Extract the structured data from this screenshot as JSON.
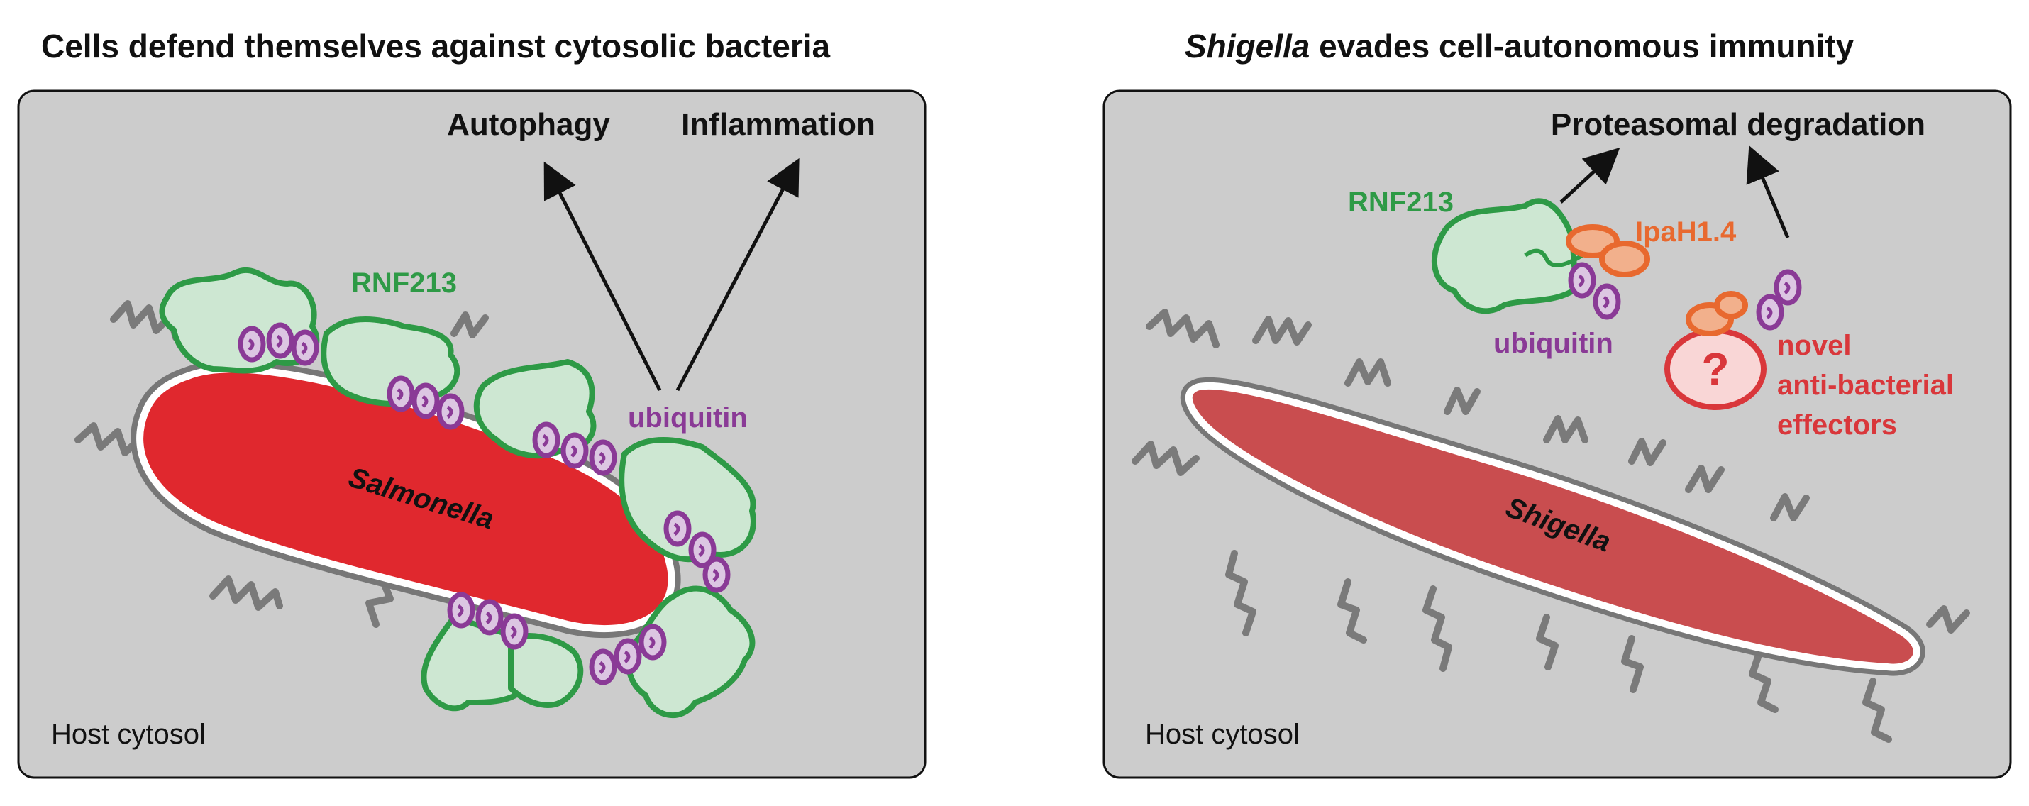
{
  "left_panel": {
    "title": "Cells defend themselves against cytosolic bacteria",
    "autophagy_label": "Autophagy",
    "inflammation_label": "Inflammation",
    "rnf213_label": "RNF213",
    "ubiquitin_label": "ubiquitin",
    "bacterium_label": "Salmonella",
    "cytosol_label": "Host cytosol"
  },
  "right_panel": {
    "title_italic": "Shigella",
    "title_rest": " evades cell-autonomous immunity",
    "degradation_label": "Proteasomal degradation",
    "rnf213_label": "RNF213",
    "ipah_label": "IpaH1.4",
    "ubiquitin_label": "ubiquitin",
    "effector_lines": [
      "novel",
      "anti-bacterial",
      "effectors"
    ],
    "bacterium_label": "Shigella",
    "cytosol_label": "Host cytosol",
    "question_mark": "?"
  },
  "colors": {
    "panel_fill": "#cccccc",
    "rnf213": "#2e9a46",
    "rnf213_fill": "#cde7d2",
    "ubiquitin": "#8a3a96",
    "ubiquitin_fill": "#dcc6e2",
    "ipah": "#e8692f",
    "effector": "#d9373b",
    "salmonella": "#e0282e",
    "shigella": "#c94d4f",
    "lps": "#7a7a7a"
  }
}
